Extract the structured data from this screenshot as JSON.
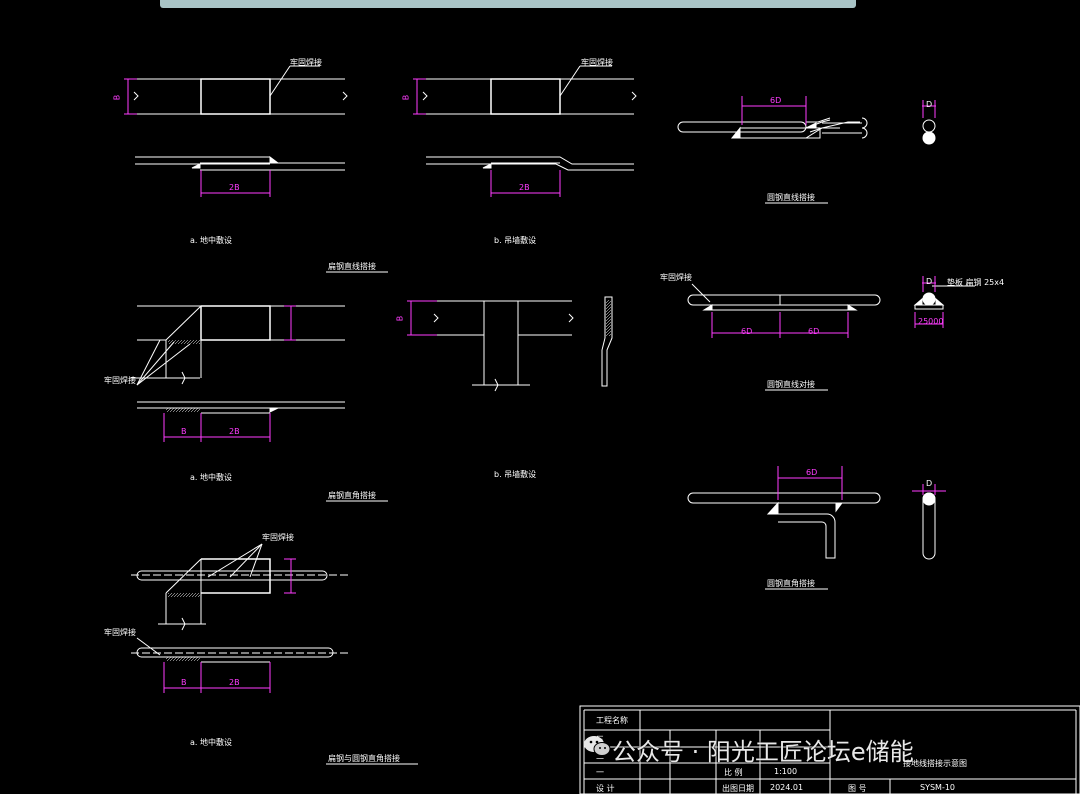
{
  "detail_1": {
    "weld_label": "牢固焊接",
    "dim_b": "B",
    "dim_2b": "2B",
    "caption": "a. 地中敷设"
  },
  "detail_2": {
    "weld_label": "牢固焊接",
    "dim_b": "B",
    "dim_2b": "2B",
    "caption": "b. 吊墙敷设"
  },
  "title_flat_straight": "扁钢直线搭接",
  "detail_3": {
    "weld_label": "牢固焊接",
    "dim_b": "B",
    "dim_2b": "2B",
    "caption": "a. 地中敷设"
  },
  "detail_4": {
    "dim_b": "B",
    "caption": "b. 吊墙敷设"
  },
  "title_flat_corner": "扁钢直角搭接",
  "detail_5": {
    "weld_label": "牢固焊接",
    "weld_label_2": "牢固焊接",
    "dim_b": "B",
    "dim_2b": "2B",
    "caption": "a. 地中敷设"
  },
  "title_flat_round": "扁钢与圆钢直角搭接",
  "round_1": {
    "dim_6d": "6D",
    "dim_d": "D",
    "title": "圆钢直线搭接"
  },
  "round_2": {
    "weld_label": "牢固焊接",
    "dim_6d_a": "6D",
    "dim_6d_b": "6D",
    "dim_d": "D",
    "plate_label": "垫板 扁钢 25x4",
    "dim_plate": "25000",
    "title": "圆钢直线对接"
  },
  "round_3": {
    "dim_6d": "6D",
    "dim_d": "D",
    "title": "圆钢直角搭接"
  },
  "title_block": {
    "project_label": "工程名称",
    "row3": "三",
    "row2": "二",
    "row1": "一",
    "design": "设  计",
    "scale_label": "比  例",
    "scale_value": "1:100",
    "date_label": "出图日期",
    "date_value": "2024.01",
    "drawing_no_label": "图    号",
    "drawing_no": "SYSM-10",
    "drawing_title": "接地线搭接示意图"
  },
  "watermark": "公众号 · 阳光工匠论坛e储能",
  "colors": {
    "line": "#ffffff",
    "dimension": "#ff3cff",
    "background": "#000000",
    "topbar": "#a9c4c6"
  }
}
